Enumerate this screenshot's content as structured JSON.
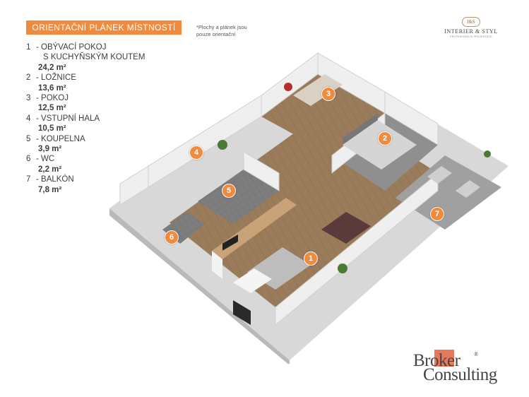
{
  "title": "ORIENTAČNÍ PLÁNEK MÍSTNOSTÍ",
  "note": "*Plochy  a plánek jsou pouze orientační",
  "logo_top": {
    "monogram": "I&S",
    "name": "INTERIER & STYL",
    "tagline": "PROFESIONÁLNÍ PREZENTACE"
  },
  "rooms": [
    {
      "number": "1",
      "name_lines": [
        "- OBÝVACÍ POKOJ",
        "S KUCHYŇSKÝM KOUTEM"
      ],
      "area": "24,2 m²"
    },
    {
      "number": "2",
      "name_lines": [
        "- LOŽNICE"
      ],
      "area": "13,6 m²"
    },
    {
      "number": "3",
      "name_lines": [
        "- POKOJ"
      ],
      "area": "12,5 m²"
    },
    {
      "number": "4",
      "name_lines": [
        "- VSTUPNÍ HALA"
      ],
      "area": "10,5 m²"
    },
    {
      "number": "5",
      "name_lines": [
        "- KOUPELNA"
      ],
      "area": "3,9 m²"
    },
    {
      "number": "6",
      "name_lines": [
        "- WC"
      ],
      "area": "2,2 m²"
    },
    {
      "number": "7",
      "name_lines": [
        "- BALKÓN"
      ],
      "area": "7,8 m²"
    }
  ],
  "markers": [
    "1",
    "2",
    "3",
    "4",
    "5",
    "6",
    "7"
  ],
  "brand": {
    "line1": "Broker",
    "line2": "Consulting",
    "registered": "®"
  },
  "colors": {
    "accent": "#f08a3c",
    "brand_box": "#e8785a",
    "floor_wood": "#9a7b5a",
    "wall": "#e4e4e4"
  }
}
